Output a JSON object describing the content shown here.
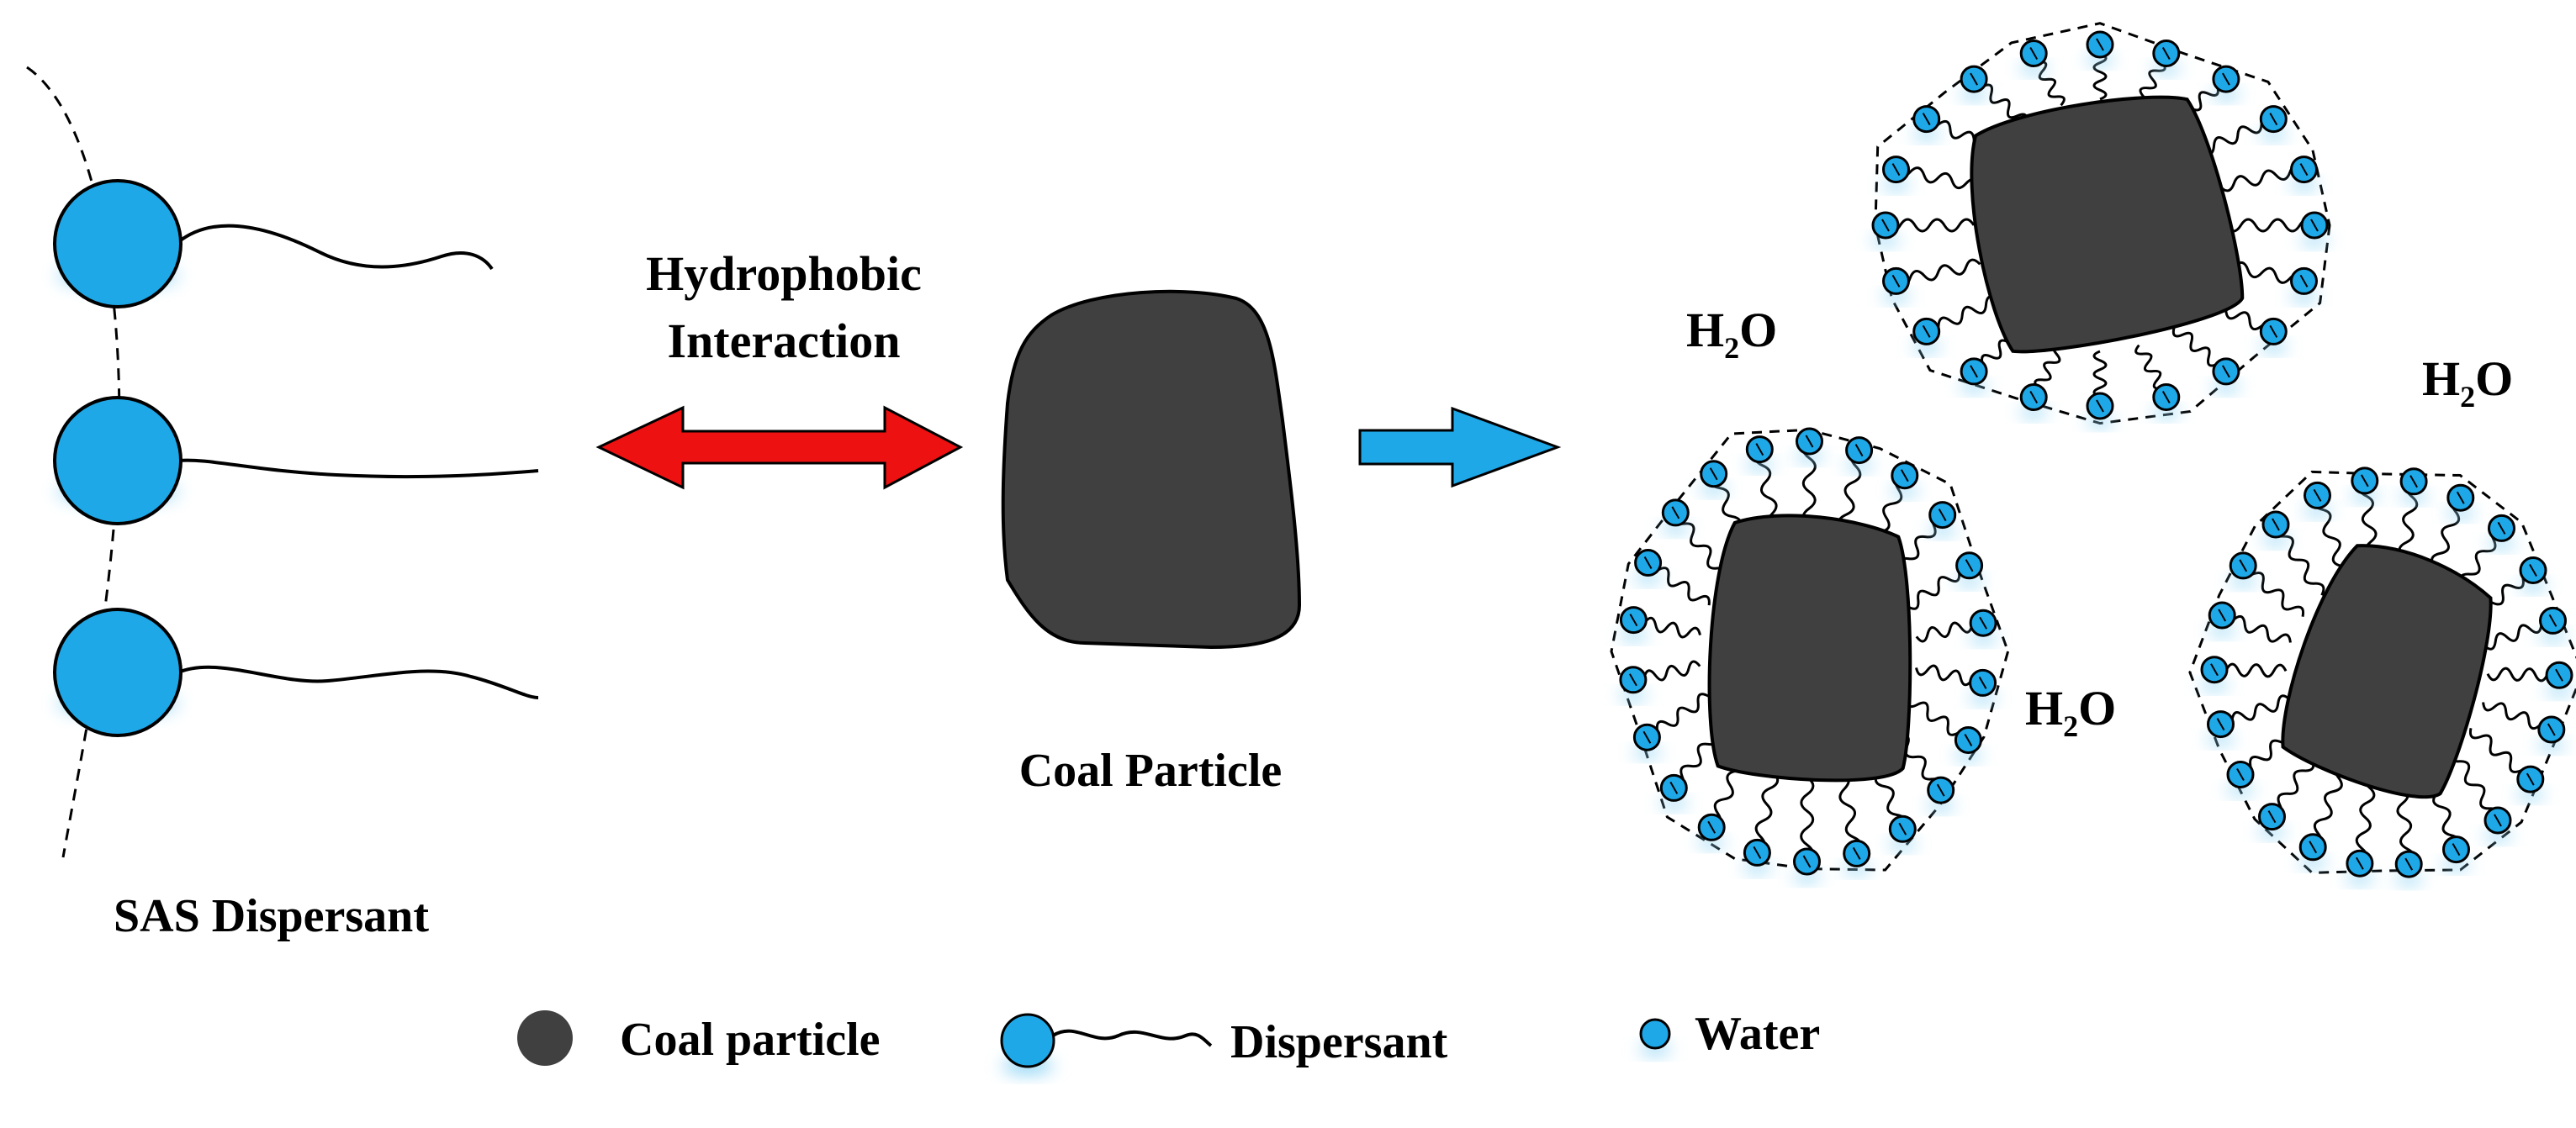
{
  "labels": {
    "dispersant_group": "SAS Dispersant",
    "interaction_line1": "Hydrophobic",
    "interaction_line2": "Interaction",
    "coal_particle": "Coal Particle",
    "water_formula": {
      "h": "H",
      "sub": "2",
      "o": "O"
    }
  },
  "legend": {
    "coal": "Coal particle",
    "dispersant": "Dispersant",
    "water": "Water"
  },
  "colors": {
    "dispersant_head": "#1ea8e8",
    "water": "#1ea8e8",
    "coal": "#404040",
    "interaction_arrow": "#ee1111",
    "process_arrow": "#1ea8e8",
    "glow": "#8fd4f5"
  }
}
